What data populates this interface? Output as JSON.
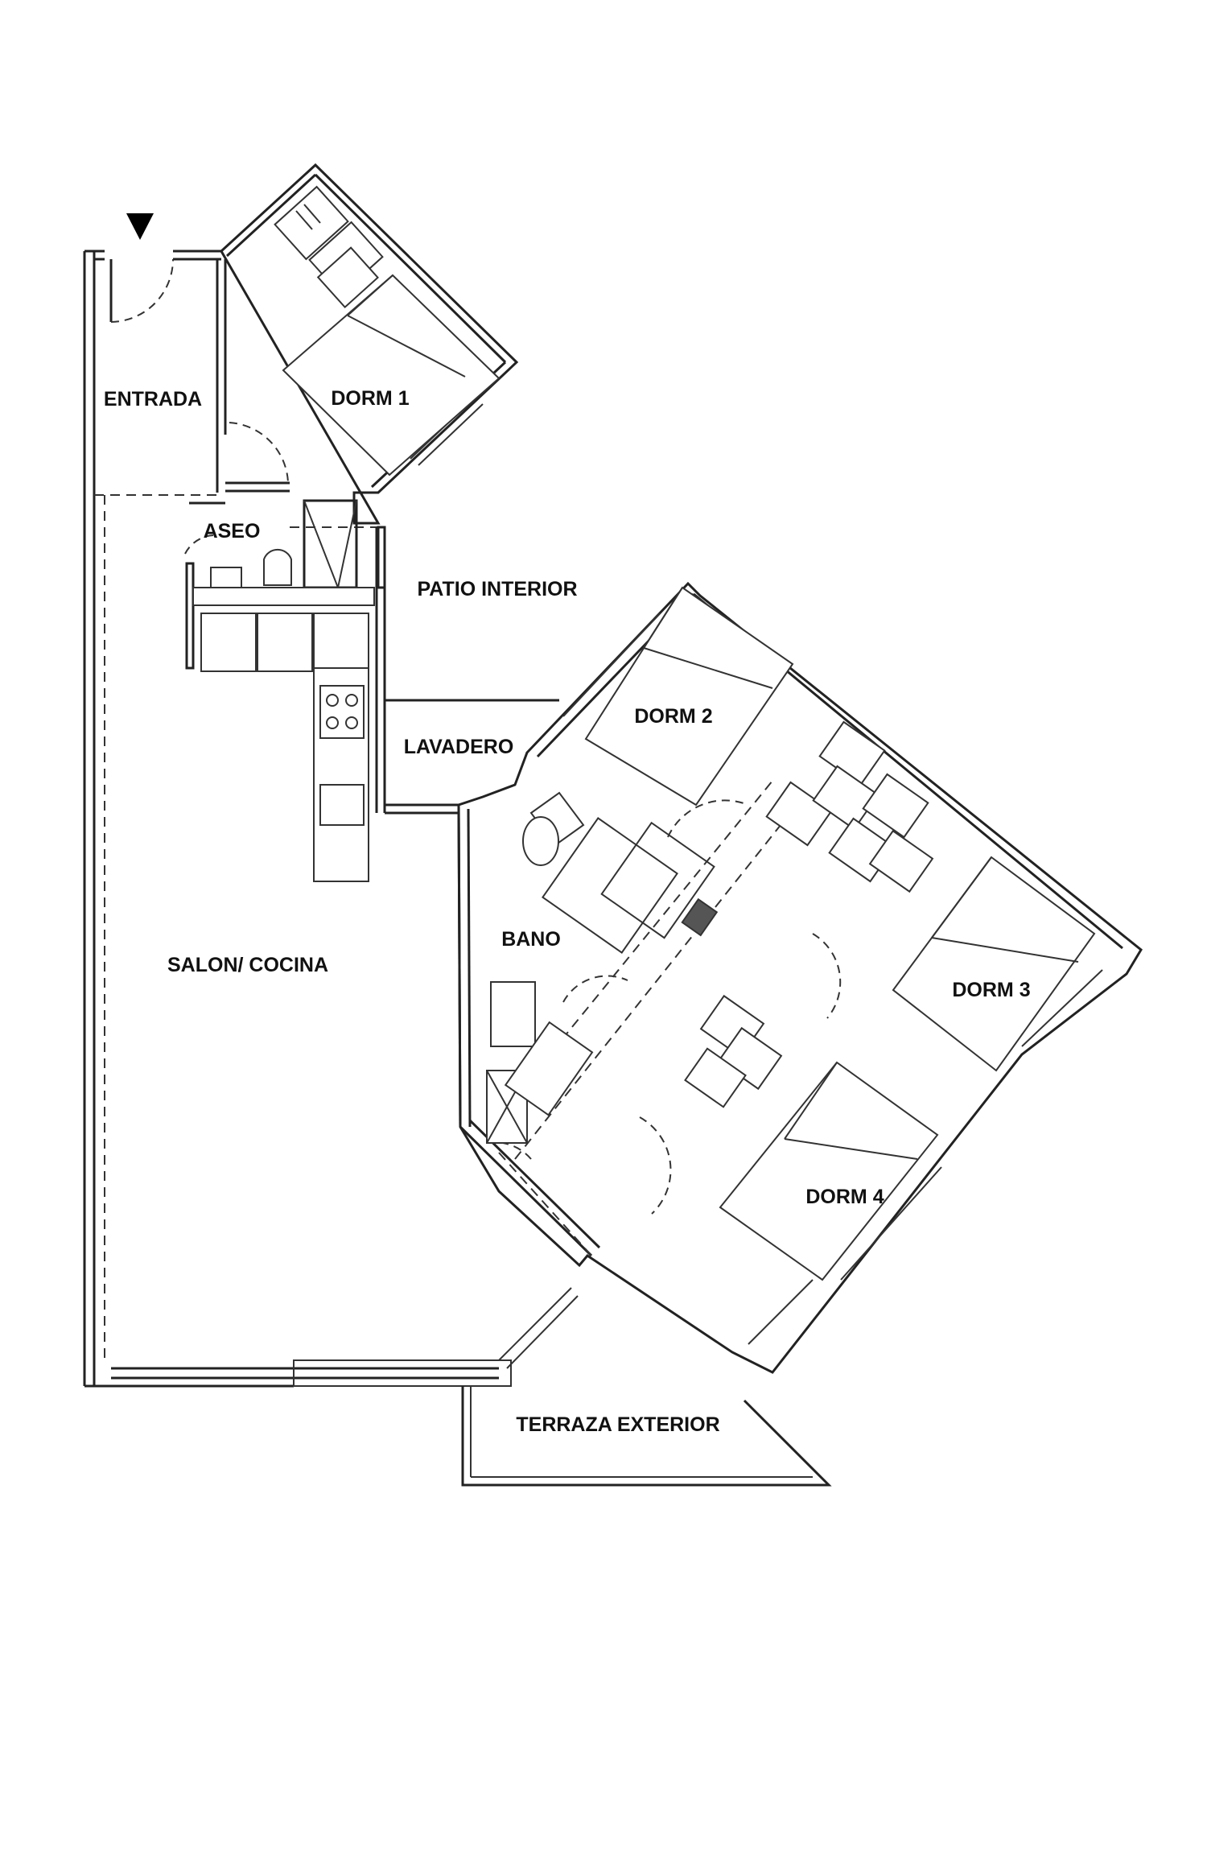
{
  "rooms": {
    "entrada": "ENTRADA",
    "dorm1": "DORM 1",
    "aseo": "ASEO",
    "patio": "PATIO INTERIOR",
    "dorm2": "DORM 2",
    "lavadero": "LAVADERO",
    "bano": "BANO",
    "salon": "SALON/ COCINA",
    "dorm3": "DORM 3",
    "dorm4": "DORM 4",
    "terraza": "TERRAZA EXTERIOR"
  },
  "colors": {
    "wall": "#222222",
    "column": "#555555",
    "entry_marker": "#000000"
  },
  "icons": {
    "entry": "entry-arrow-icon"
  }
}
